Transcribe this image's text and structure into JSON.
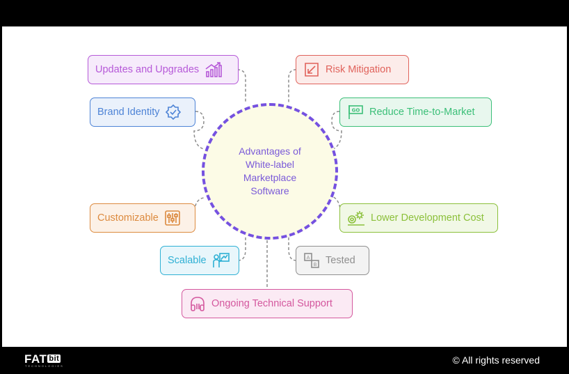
{
  "diagram": {
    "center": "Advantages of White-label Marketplace Software",
    "nodes": [
      {
        "id": "updates",
        "label": "Updates and Upgrades",
        "icon": "chart-up-icon",
        "color": "#b659d8",
        "bg": "#f6ebfb"
      },
      {
        "id": "brand",
        "label": "Brand Identity",
        "icon": "badge-icon",
        "color": "#4d83d6",
        "bg": "#eaf1fb"
      },
      {
        "id": "customizable",
        "label": "Customizable",
        "icon": "sliders-icon",
        "color": "#dc8a3e",
        "bg": "#fcf1e7"
      },
      {
        "id": "scalable",
        "label": "Scalable",
        "icon": "presenter-chart-icon",
        "color": "#2eb0d4",
        "bg": "#e8f6fb"
      },
      {
        "id": "risk",
        "label": "Risk Mitigation",
        "icon": "shrink-arrows-icon",
        "color": "#e0625b",
        "bg": "#fcecea"
      },
      {
        "id": "time",
        "label": "Reduce Time-to-Market",
        "icon": "go-sign-icon",
        "color": "#3bbf78",
        "bg": "#e8f7ee"
      },
      {
        "id": "cost",
        "label": "Lower Development Cost",
        "icon": "coins-gear-icon",
        "color": "#8bc03a",
        "bg": "#f1f8e6"
      },
      {
        "id": "tested",
        "label": "Tested",
        "icon": "ab-test-icon",
        "color": "#8f8f8f",
        "bg": "#f3f3f3"
      },
      {
        "id": "support",
        "label": "Ongoing Technical Support",
        "icon": "headset-icon",
        "color": "#d4589e",
        "bg": "#fbeaf4"
      }
    ]
  },
  "footer": {
    "logo_main": "FAT",
    "logo_bit": "bit",
    "logo_sub": "TECHNOLOGIES",
    "copyright": "© All rights reserved"
  }
}
